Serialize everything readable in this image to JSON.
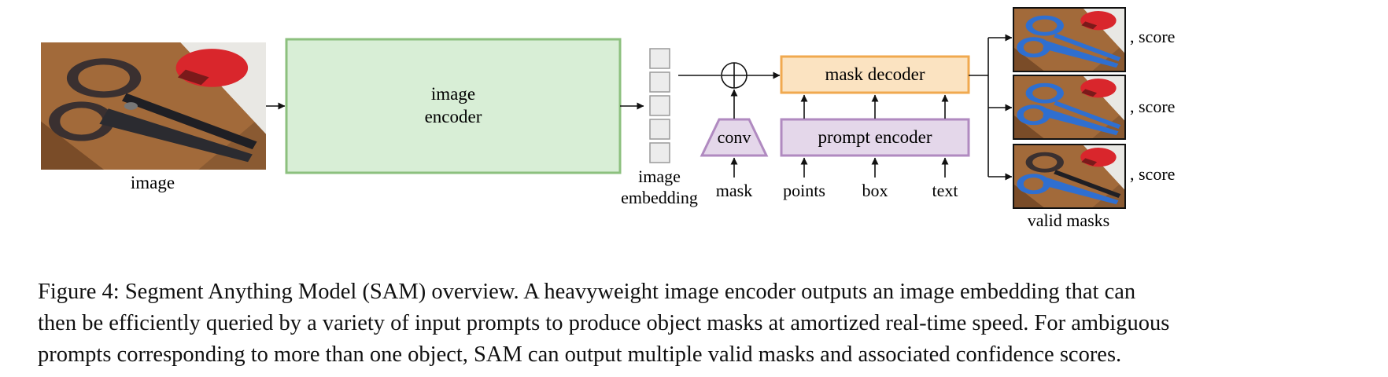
{
  "diagram": {
    "input_image_label": "image",
    "image_encoder_label": [
      "image",
      "encoder"
    ],
    "image_embedding_label": [
      "image",
      "embedding"
    ],
    "conv_label": "conv",
    "mask_decoder_label": "mask decoder",
    "prompt_encoder_label": "prompt encoder",
    "prompt_inputs": [
      "mask",
      "points",
      "box",
      "text"
    ],
    "score_labels": [
      ", score",
      ", score",
      ", score"
    ],
    "valid_masks_label": "valid masks",
    "colors": {
      "encoder_fill": "#d8eed6",
      "encoder_stroke": "#8cc07e",
      "decoder_fill": "#fbe3c1",
      "decoder_stroke": "#f0a94f",
      "prompt_fill": "#e4d7ea",
      "prompt_stroke": "#b08ac0",
      "embedding_fill": "#ececec",
      "embedding_stroke": "#9a9a9a",
      "mask_blue": "#2f6fd0"
    },
    "icons": [
      "scissors-photo",
      "sum-circle-icon",
      "arrow-icon"
    ]
  },
  "caption": {
    "lines": [
      "Figure 4: Segment Anything Model (SAM) overview. A heavyweight image encoder outputs an image embedding that can",
      "then be efficiently queried by a variety of input prompts to produce object masks at amortized real-time speed. For ambiguous",
      "prompts corresponding to more than one object, SAM can output multiple valid masks and associated confidence scores."
    ]
  }
}
